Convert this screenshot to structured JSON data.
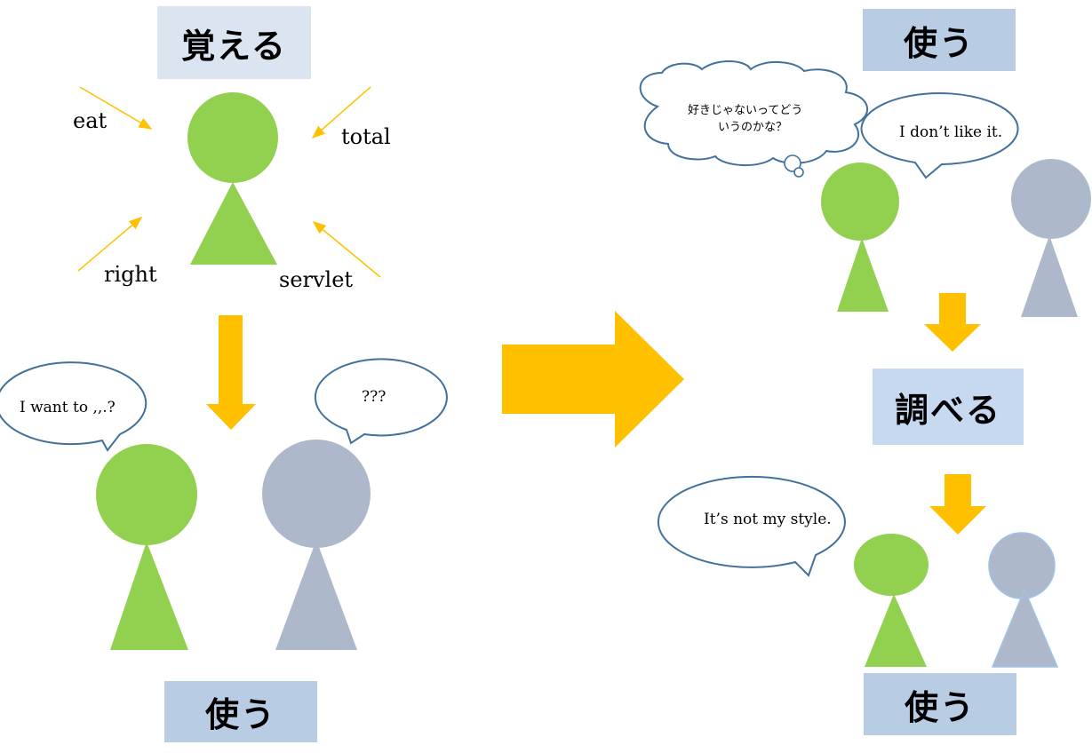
{
  "labels": {
    "memorize": "覚える",
    "use_bottom_left": "使う",
    "use_top_right": "使う",
    "research": "調べる",
    "use_bottom_right": "使う"
  },
  "words": {
    "eat": "eat",
    "total": "total",
    "right": "right",
    "servlet": "servlet"
  },
  "bubbles": {
    "want_to": "I want to ,,.?",
    "confused": "???",
    "dont_like": "I don’t like it.",
    "not_my_style": "It’s not my style."
  },
  "thought": {
    "line1": "好きじゃないってどう",
    "line2": "いうのかな？"
  },
  "colors": {
    "green": "#92d050",
    "gray": "#adb9ca",
    "arrow": "#ffc000",
    "label_bg": "#b8cce4",
    "label_bg_light": "#dbe5f1",
    "bubble_stroke": "#41719c"
  }
}
